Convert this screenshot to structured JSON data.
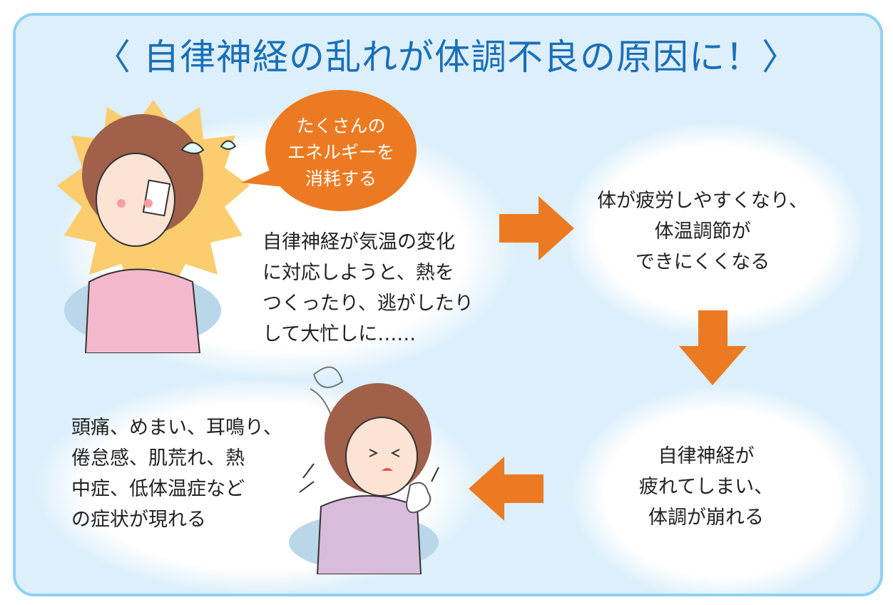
{
  "title": "〈 自律神経の乱れが体調不良の原因に！〉",
  "bubble": "たくさんの\nエネルギーを\n消耗する",
  "steps": {
    "step1": "自律神経が気温の変化\nに対応しようと、熱を\nつくったり、逃がしたり\nして大忙しに……",
    "step2": "体が疲労しやすくなり、\n体温調節が\nできにくくなる",
    "step3": "自律神経が\n疲れてしまい、\n体調が崩れる",
    "step4": "頭痛、めまい、耳鳴り、\n倦怠感、肌荒れ、熱\n中症、低体温症など\nの症状が現れる"
  },
  "colors": {
    "title": "#1a6fb8",
    "accent": "#ec7a22",
    "background": "#dceffb",
    "border": "#8fd2f2"
  }
}
